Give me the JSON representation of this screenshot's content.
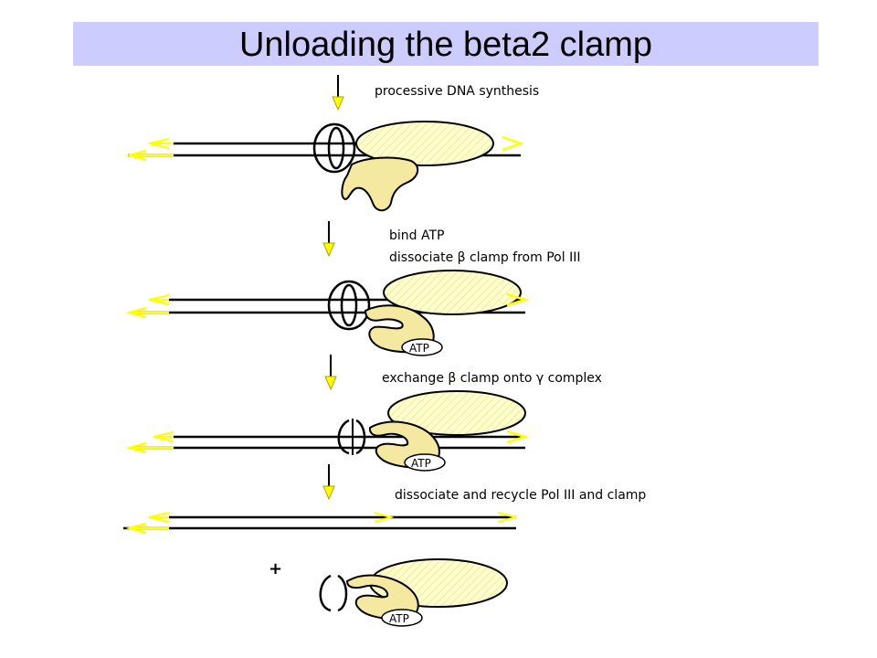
{
  "title": "Unloading the beta2 clamp",
  "steps": [
    {
      "label": "processive DNA synthesis"
    },
    {
      "label_line1": "bind ATP",
      "label_line2_pre": "dissociate ",
      "label_line2_sym": "β",
      "label_line2_post": " clamp from Pol III",
      "atp": "ATP"
    },
    {
      "label_pre": "exchange ",
      "label_sym1": "β",
      "label_mid": " clamp onto ",
      "label_sym2": "γ",
      "label_post": " complex",
      "atp": "ATP"
    },
    {
      "label": "dissociate and recycle  Pol III and clamp",
      "plus": "+",
      "atp": "ATP"
    }
  ],
  "colors": {
    "title_background": "#ccccff",
    "arrow_yellow": "#ffff00",
    "protein_fill": "#ffffcc",
    "clamp_loader_fill": "#f5e8a0"
  }
}
